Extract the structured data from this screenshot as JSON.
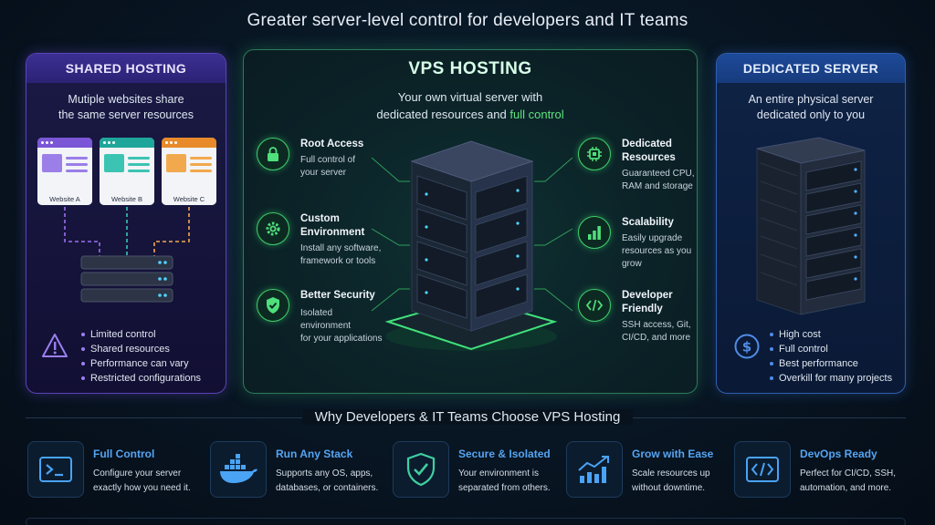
{
  "title": "Greater server-level control for developers and IT teams",
  "shared": {
    "heading": "SHARED HOSTING",
    "desc": [
      "Mutiple websites share",
      "the same server resources"
    ],
    "sites": [
      "Website A",
      "Website B",
      "Website C"
    ],
    "bullets": [
      "Limited control",
      "Shared resources",
      "Performance can vary",
      "Restricted configurations"
    ],
    "icon": "warning-icon",
    "colors": {
      "accent": "#5b43b8"
    }
  },
  "vps": {
    "heading": "VPS HOSTING",
    "sub_line1": "Your own virtual server with",
    "sub_line2_prefix": "dedicated resources and",
    "sub_line2_highlight": "full control",
    "features_left": [
      {
        "icon": "lock-icon",
        "title": "Root Access",
        "desc": [
          "Full control of",
          "your server"
        ]
      },
      {
        "icon": "gear-icon",
        "title": "Custom Environment",
        "desc": [
          "Install any software,",
          "framework or tools"
        ]
      },
      {
        "icon": "shield-check-icon",
        "title": "Better Security",
        "desc": [
          "Isolated environment",
          "for your applications"
        ]
      }
    ],
    "features_right": [
      {
        "icon": "cpu-chip-icon",
        "title": "Dedicated Resources",
        "desc": [
          "Guaranteed CPU,",
          "RAM and storage"
        ]
      },
      {
        "icon": "bar-chart-icon",
        "title": "Scalability",
        "desc": [
          "Easily upgrade",
          "resources as you",
          "grow"
        ]
      },
      {
        "icon": "code-icon",
        "title": "Developer Friendly",
        "desc": [
          "SSH access, Git,",
          "CI/CD, and more"
        ]
      }
    ],
    "colors": {
      "accent": "#3fcf6b"
    }
  },
  "dedicated": {
    "heading": "DEDICATED SERVER",
    "desc": [
      "An entire physical server",
      "dedicated only to you"
    ],
    "bullets": [
      "High cost",
      "Full control",
      "Best performance",
      "Overkill for many projects"
    ],
    "icon": "dollar-icon",
    "colors": {
      "accent": "#2f5fb0"
    }
  },
  "why": {
    "title": "Why Developers & IT Teams Choose VPS Hosting",
    "benefits": [
      {
        "icon": "terminal-icon",
        "title": "Full Control",
        "desc": [
          "Configure your server",
          "exactly how you need it."
        ]
      },
      {
        "icon": "docker-whale-icon",
        "title": "Run Any Stack",
        "desc": [
          "Supports any OS, apps,",
          "databases, or containers."
        ]
      },
      {
        "icon": "shield-check-icon",
        "title": "Secure & Isolated",
        "desc": [
          "Your environment is",
          "separated from others."
        ]
      },
      {
        "icon": "growth-chart-icon",
        "title": "Grow with Ease",
        "desc": [
          "Scale resources up",
          "without downtime."
        ]
      },
      {
        "icon": "code-window-icon",
        "title": "DevOps Ready",
        "desc": [
          "Perfect for CI/CD, SSH,",
          "automation, and more."
        ]
      }
    ],
    "colors": {
      "accent": "#55a4f2"
    }
  }
}
